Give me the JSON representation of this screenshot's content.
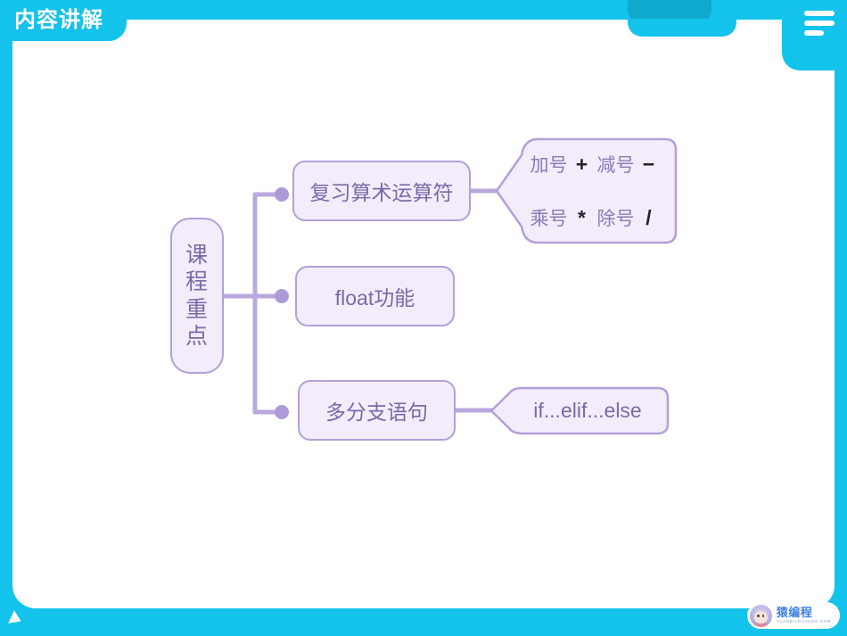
{
  "header": {
    "title": "内容讲解",
    "menu_icon": "hamburger-menu-icon",
    "tab_notch": "top-tab-notch"
  },
  "footer": {
    "play_icon": "play-triangle-icon",
    "brand_name": "猿编程",
    "brand_sub": "YUANBIANCHENG.COM",
    "brand_avatar": "monkey-avatar-icon"
  },
  "colors": {
    "frame": "#14c3ec",
    "frame_dark": "#0fa9ce",
    "card": "#ffffff",
    "node_fill": "#f3ecfb",
    "node_border": "#b3a0d9",
    "node_text": "#7a6aa8",
    "connector": "#b9a8de",
    "symbol": "#231f2e",
    "brand": "#3f7fe0"
  },
  "mindmap": {
    "root": {
      "label": "课程重点",
      "chars": [
        "课",
        "程",
        "重",
        "点"
      ]
    },
    "branches": [
      {
        "label": "复习算术运算符",
        "detail": {
          "type": "operators",
          "rows": [
            [
              {
                "name": "加号",
                "symbol": "+"
              },
              {
                "name": "减号",
                "symbol": "−"
              }
            ],
            [
              {
                "name": "乘号",
                "symbol": "*"
              },
              {
                "name": "除号",
                "symbol": "/"
              }
            ]
          ]
        }
      },
      {
        "label": "float功能",
        "detail": null
      },
      {
        "label": "多分支语句",
        "detail": {
          "type": "text",
          "text": "if...elif...else"
        }
      }
    ]
  }
}
